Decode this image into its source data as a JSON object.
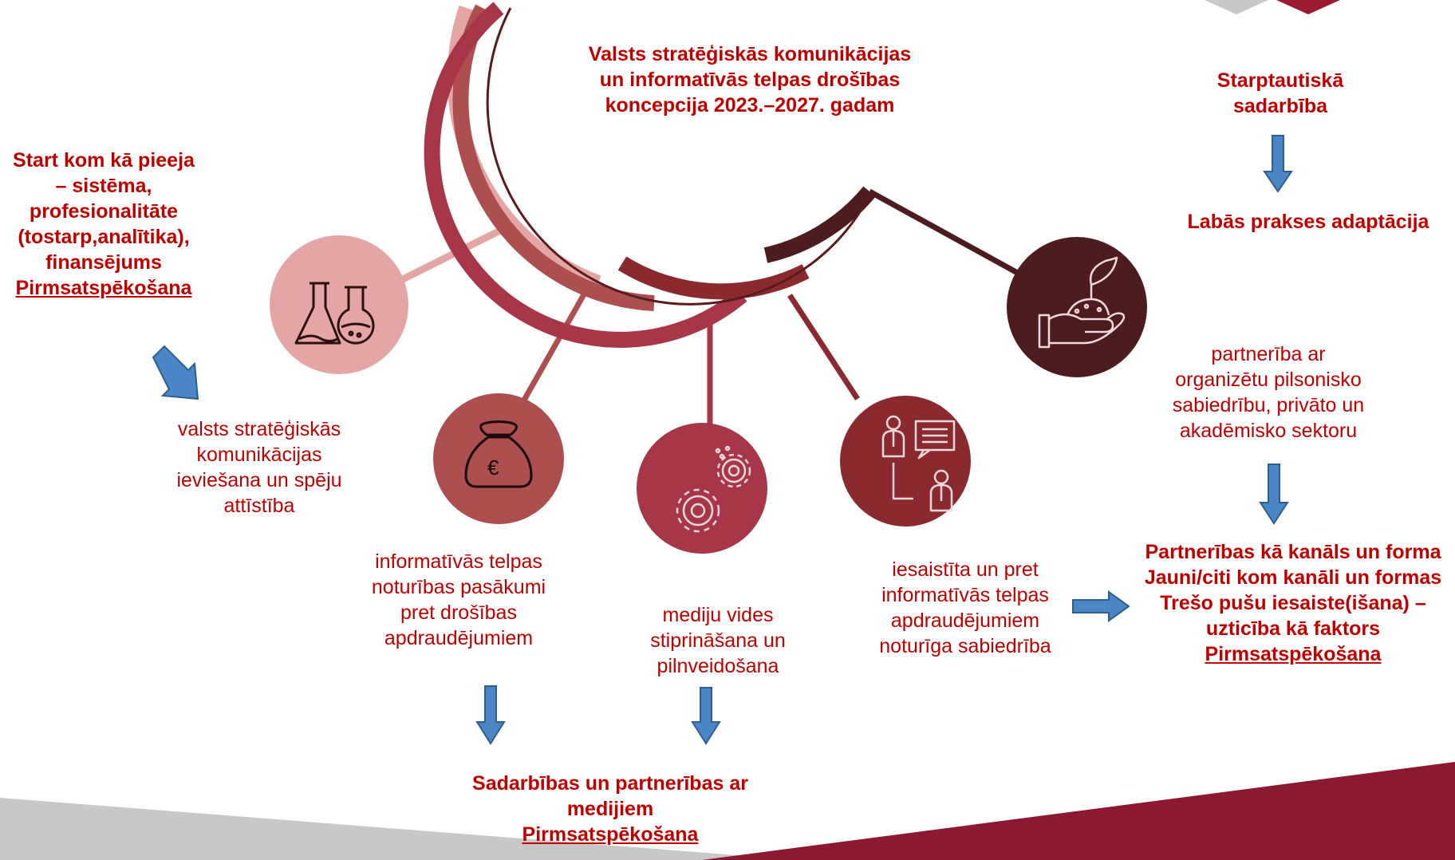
{
  "colors": {
    "accent_red": "#c00000",
    "arrow_blue": "#4a86c5",
    "node_pink": "#e4a5a5",
    "node_rose": "#ad4f4f",
    "node_crimson": "#a63648",
    "node_darkred": "#8a2a2e",
    "node_maroon": "#4d1c1f",
    "footer_maroon": "#8b1a30",
    "footer_grey": "#c8c8c8"
  },
  "center": {
    "line1": "Valsts stratēģiskās komunikācijas",
    "line2": "un informatīvās telpas drošības",
    "line3": "koncepcija 2023.–2027. gadam"
  },
  "left": {
    "lines": [
      "Start kom kā pieeja",
      "– sistēma,",
      "profesionalitāte",
      "(tostarp,analītika),",
      "finansējums"
    ],
    "underlined": "Pirmsatspēkošana"
  },
  "nodes": [
    {
      "icon": "flasks-icon",
      "lines": [
        "valsts stratēģiskās",
        "komunikācijas",
        "ieviešana un spēju",
        "attīstība"
      ]
    },
    {
      "icon": "money-bag-icon",
      "lines": [
        "informatīvās telpas",
        "noturības pasākumi",
        "pret drošības",
        "apdraudējumiem"
      ]
    },
    {
      "icon": "gears-icon",
      "lines": [
        "mediju vides",
        "stiprināšana un",
        "pilnveidošana"
      ]
    },
    {
      "icon": "people-chat-icon",
      "lines": [
        "iesaistīta un pret",
        "informatīvās telpas",
        "apdraudējumiem",
        "noturīga sabiedrība"
      ]
    },
    {
      "icon": "hand-plant-icon",
      "lines": [
        "partnerība ar",
        "organizētu pilsonisko",
        "sabiedrību, privāto un",
        "akadēmisko sektoru"
      ]
    }
  ],
  "bottom": {
    "lines": [
      "Sadarbības un partnerības ar",
      "medijiem"
    ],
    "underlined": "Pirmsatspēkošana"
  },
  "right_top": {
    "title_lines": [
      "Starptautiskā",
      "sadarbība"
    ],
    "result": "Labās prakses adaptācija"
  },
  "right_bottom": {
    "lines": [
      "Partnerības kā kanāls un forma",
      "Jauni/citi kom kanāli un formas",
      "Trešo pušu iesaiste(išana) –",
      "uzticība kā faktors"
    ],
    "underlined": "Pirmsatspēkošana"
  }
}
